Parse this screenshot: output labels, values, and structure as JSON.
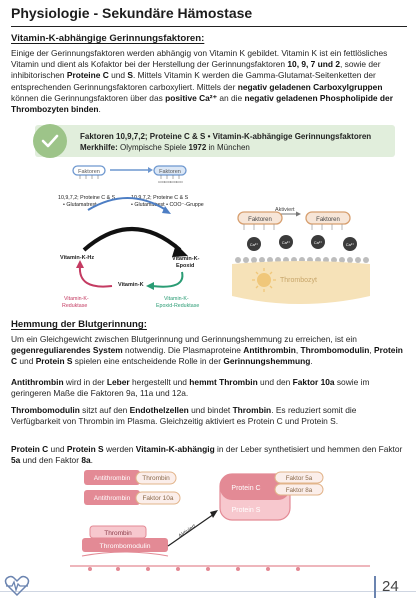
{
  "title": "Physiologie - Sekundäre Hämostase",
  "section1": {
    "heading": "Vitamin-K-abhängige Gerinnungsfaktoren:",
    "p1": [
      {
        "t": "Einige der Gerinnungsfaktoren werden abhängig von Vitamin K gebildet. Vitamin K ist ein fettlösliches Vitamin und dient als Kofaktor bei der Herstellung der Gerinnungsfaktoren "
      },
      {
        "t": "10, 9, 7 und 2",
        "b": true
      },
      {
        "t": ", sowie der inhibitorischen "
      },
      {
        "t": "Proteine C",
        "b": true
      },
      {
        "t": " und "
      },
      {
        "t": "S",
        "b": true
      },
      {
        "t": ". Mittels Vitamin K werden die Gamma-Glutamat-Seitenketten der entsprechenden Gerinnungsfaktoren carboxyliert. Mittels der "
      },
      {
        "t": "negativ geladenen Carboxylgruppen",
        "b": true
      },
      {
        "t": " können die Gerinnungsfaktoren über das "
      },
      {
        "t": "positive Ca²⁺",
        "b": true
      },
      {
        "t": " an die "
      },
      {
        "t": "negativ geladenen Phospholipide der Thrombozyten binden",
        "b": true
      },
      {
        "t": "."
      }
    ]
  },
  "note": {
    "line1": "Faktoren 10,9,7,2; Proteine C & S • Vitamin-K-abhängige Gerinnungsfaktoren",
    "line2_label": "Merkhilfe:",
    "line2_pre": " Olympische Spiele ",
    "line2_bold": "1972",
    "line2_post": " in München"
  },
  "diagram1": {
    "factor_label": "Faktoren",
    "left_label_1": "10,9,7,2; Proteine C & S",
    "left_label_2": "• Glutamatrest",
    "right_label_1": "10,9,7,2; Proteine C & S",
    "right_label_2": "• Glutamatrest • COO⁻-Gruppe",
    "hz": "Vitamin-K-Hz",
    "epoxid_1": "Vitamin-K-",
    "epoxid_2": "Epoxid",
    "vk": "Vitamin-K",
    "reductase_1": "Vitamin-K-",
    "reductase_2": "Reduktase",
    "epox_red_1": "Vitamin-K-",
    "epox_red_2": "Epoxid-Reduktase"
  },
  "diagram2": {
    "activated": "Aktiviert",
    "factor_left": "Faktoren",
    "factor_right": "Faktoren",
    "ca": "Ca²⁺",
    "thrombozyt": "Thrombozyt"
  },
  "section2": {
    "heading": "Hemmung der Blutgerinnung:",
    "p1": [
      {
        "t": "Um ein Gleichgewicht zwischen Blutgerinnung und Gerinnungshemmung zu erreichen, ist ein "
      },
      {
        "t": "gegenreguliarendes System",
        "b": true
      },
      {
        "t": " notwendig. Die Plasmaproteine "
      },
      {
        "t": "Antithrombin",
        "b": true
      },
      {
        "t": ", "
      },
      {
        "t": "Thrombomodulin",
        "b": true
      },
      {
        "t": ", "
      },
      {
        "t": "Protein C",
        "b": true
      },
      {
        "t": " und "
      },
      {
        "t": "Protein S",
        "b": true
      },
      {
        "t": " spielen eine entscheidende Rolle in der "
      },
      {
        "t": "Gerinnungshemmung",
        "b": true
      },
      {
        "t": "."
      }
    ],
    "p2": [
      {
        "t": "Antithrombin",
        "b": true
      },
      {
        "t": " wird in der "
      },
      {
        "t": "Leber",
        "b": true
      },
      {
        "t": " hergestellt und "
      },
      {
        "t": "hemmt Thrombin",
        "b": true
      },
      {
        "t": " und den "
      },
      {
        "t": "Faktor 10a",
        "b": true
      },
      {
        "t": " sowie im geringeren Maße die Faktoren 9a, 11a und 12a."
      }
    ],
    "p3": [
      {
        "t": "Thrombomodulin",
        "b": true
      },
      {
        "t": " sitzt auf den "
      },
      {
        "t": "Endothelzellen",
        "b": true
      },
      {
        "t": " und bindet "
      },
      {
        "t": "Thrombin",
        "b": true
      },
      {
        "t": ". Es reduziert somit die Verfügbarkeit von Thrombin im Plasma. Gleichzeitig aktiviert es Protein C und Protein S."
      }
    ],
    "p4": [
      {
        "t": "Protein C",
        "b": true
      },
      {
        "t": " und "
      },
      {
        "t": "Protein S",
        "b": true
      },
      {
        "t": " werden "
      },
      {
        "t": "Vitamin-K-abhängig",
        "b": true
      },
      {
        "t": " in der Leber synthetisiert und hemmen den Faktor "
      },
      {
        "t": "5a",
        "b": true
      },
      {
        "t": " und den Faktor "
      },
      {
        "t": "8a",
        "b": true
      },
      {
        "t": "."
      }
    ]
  },
  "diagram3": {
    "antithrombin_1": "Antithrombin",
    "thrombin_1": "Thrombin",
    "antithrombin_2": "Antithrombin",
    "faktor10a": "Faktor 10a",
    "thrombin_2": "Thrombin",
    "thrombomodulin": "Thrombomodulin",
    "activated": "Aktiviert",
    "protein_c": "Protein C",
    "protein_s": "Protein S",
    "faktor5a": "Faktor 5a",
    "faktor8a": "Faktor 8a"
  },
  "footer": {
    "page": "24",
    "icon": "heartbeat-icon"
  },
  "colors": {
    "pink": "#e38a95",
    "pink_light": "#f5d2d6",
    "blue": "#6d97cf",
    "green": "#9dc489",
    "tan": "#e2b48a",
    "thrombocyte": "#f6e2b8"
  }
}
